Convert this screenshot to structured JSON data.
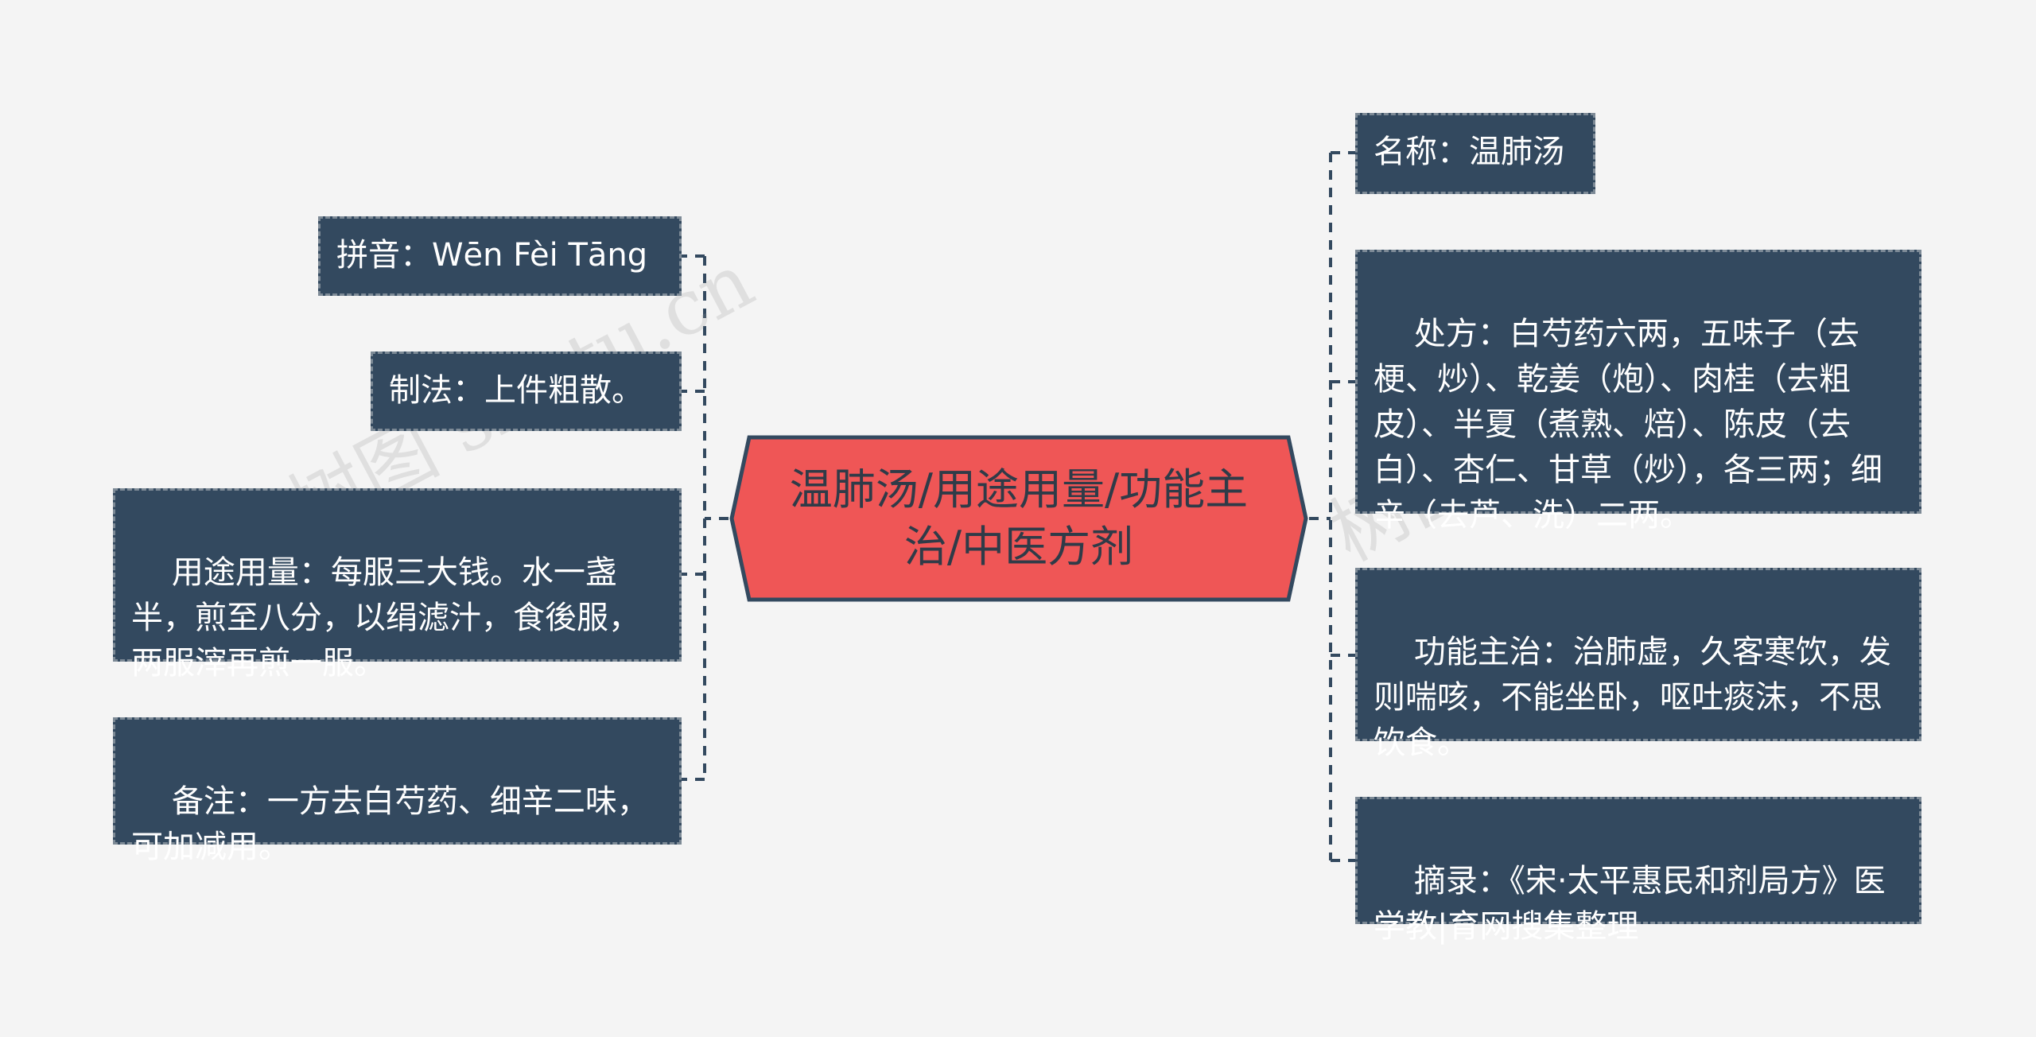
{
  "center_topic": "温肺汤/用途用量/功能主治/中医方剂",
  "left_nodes": [
    {
      "id": "pinyin",
      "text": "拼音：Wēn Fèi Tāng"
    },
    {
      "id": "zhifa",
      "text": "制法：上件粗散。"
    },
    {
      "id": "yongtu",
      "text": "用途用量：每服三大钱。水一盏半，煎至八分，以绢滤汁，食後服，两服滓再煎一服。"
    },
    {
      "id": "beizhu",
      "text": "备注：一方去白芍药、细辛二味，可加减用。"
    }
  ],
  "right_nodes": [
    {
      "id": "mingcheng",
      "text": "名称：温肺汤"
    },
    {
      "id": "chufang",
      "text": "处方：白芍药六两，五味子（去梗、炒）、乾姜（炮）、肉桂（去粗皮）、半夏（煮熟、焙）、陈皮（去白）、杏仁、甘草（炒），各三两；细辛（去芦、洗）二两。"
    },
    {
      "id": "gongneng",
      "text": "功能主治：治肺虚，久客寒饮，发则喘咳，不能坐卧，呕吐痰沫，不思饮食。"
    },
    {
      "id": "zhailu",
      "text": "摘录：《宋·太平惠民和剂局方》医学教|育网搜集整理"
    }
  ],
  "watermarks": [
    "树图 shutu.cn",
    "树图 shutu.cn"
  ],
  "colors": {
    "background": "#f4f4f4",
    "node_fill": "#33495f",
    "node_text": "#ffffff",
    "center_fill": "#ef5656",
    "center_stroke": "#33495f",
    "center_text": "#2f3b48",
    "connector": "#33495f"
  }
}
